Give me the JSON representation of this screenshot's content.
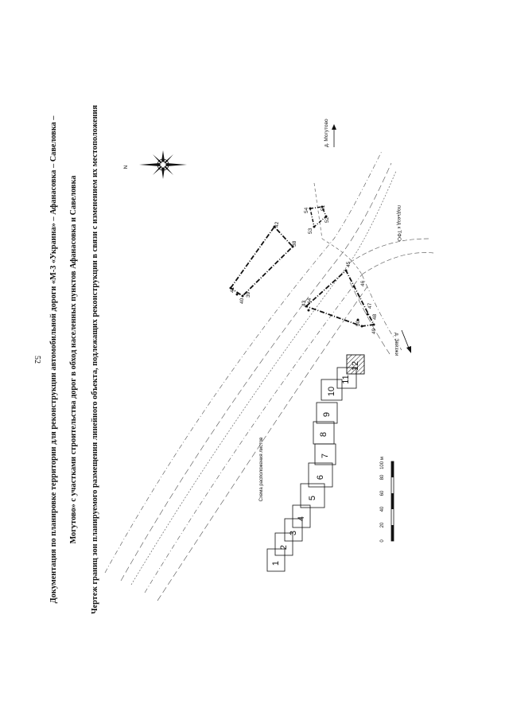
{
  "page_number": "52",
  "title_lines": [
    "Документация по планировке территории для реконструкции автомобильной дороги «М-3 «Украина» – Афанасовка – Савеловка –",
    "Могутово» с участками строительства дорог в обход населенных пунктов Афанасовка и Савеловка"
  ],
  "subtitle": "Чертеж границ зон планируемого размещения линейного объекта, подлежащих реконструкции в связи с изменением их местоположения",
  "north_label": "N",
  "road_labels": {
    "north": "д. Могутово",
    "south": "д. Звизжи",
    "east": "подъезд к ТФО"
  },
  "points": [
    "38",
    "39",
    "40",
    "41",
    "42",
    "43",
    "44",
    "45",
    "46",
    "47",
    "48",
    "49",
    "50",
    "51",
    "52",
    "53",
    "54"
  ],
  "sheet_scheme": {
    "title": "Схема расположения листов",
    "sheets": [
      "1",
      "2",
      "3",
      "4",
      "5",
      "6",
      "7",
      "8",
      "9",
      "10",
      "11",
      "12"
    ],
    "active_sheet": "12"
  },
  "scale_bar": {
    "ticks": [
      "0",
      "20",
      "40",
      "60",
      "80",
      "100 м"
    ]
  }
}
